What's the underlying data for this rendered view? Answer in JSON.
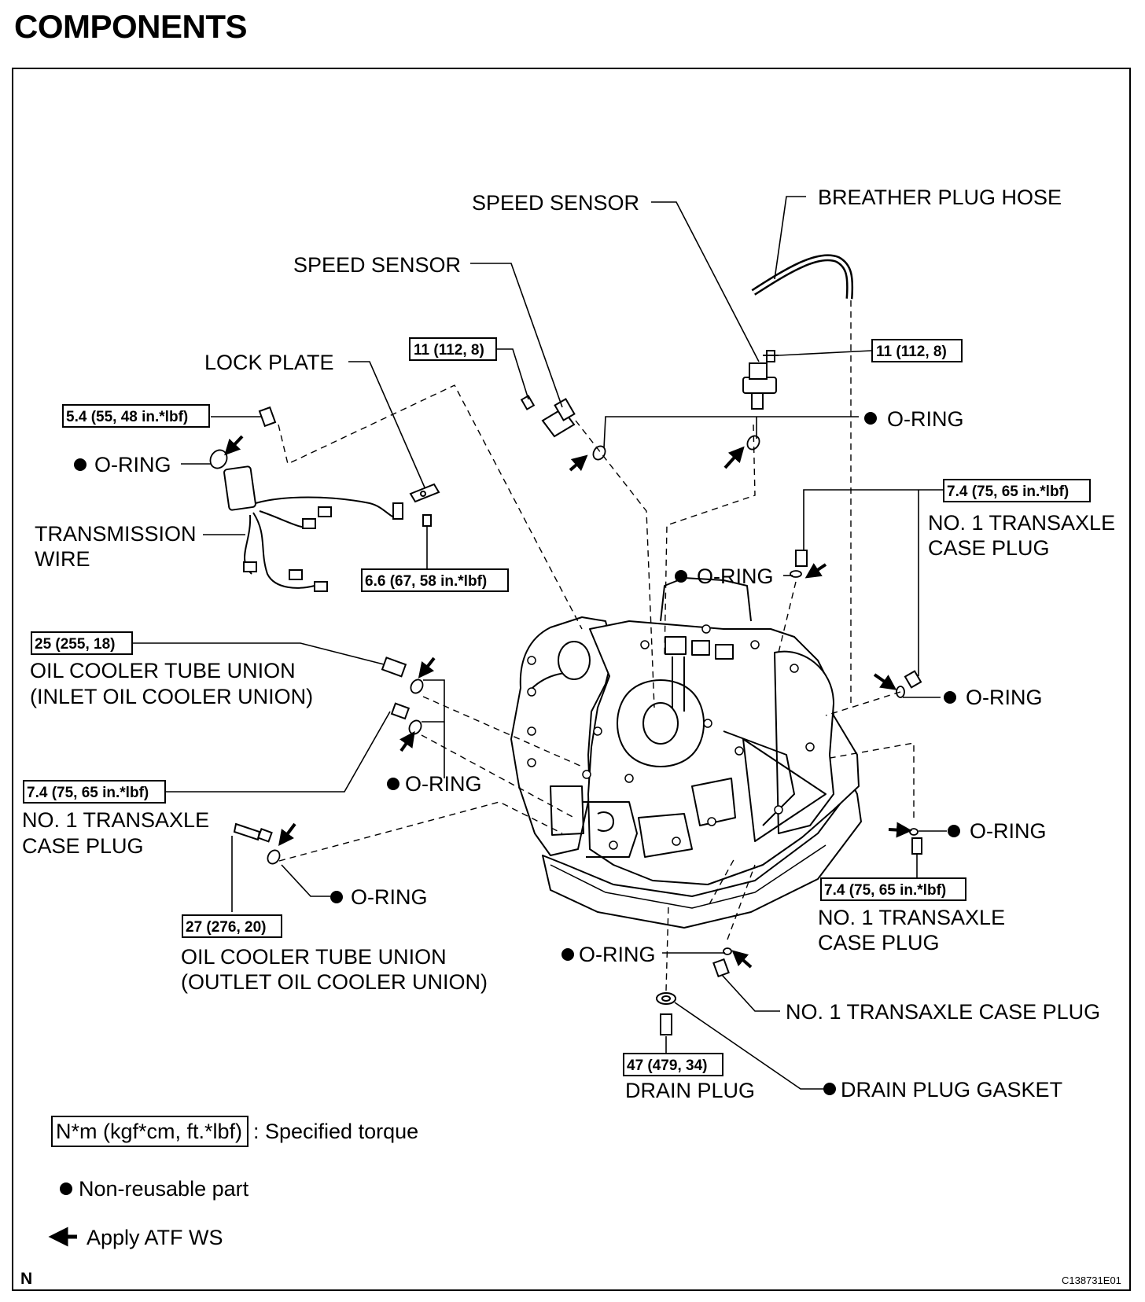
{
  "page": {
    "title": "COMPONENTS",
    "figure_id": "C138731E01",
    "corner_mark": "N"
  },
  "labels": {
    "speed_sensor_upper": "SPEED SENSOR",
    "speed_sensor_lower": "SPEED SENSOR",
    "breather_plug_hose": "BREATHER PLUG HOSE",
    "lock_plate": "LOCK PLATE",
    "o_ring": "O-RING",
    "transmission_wire": [
      "TRANSMISSION",
      "WIRE"
    ],
    "no1_transaxle_case_plug": [
      "NO. 1 TRANSAXLE",
      "CASE PLUG"
    ],
    "no1_transaxle_case_plug_single": "NO. 1 TRANSAXLE CASE PLUG",
    "oil_cooler_inlet": [
      "OIL COOLER TUBE UNION",
      "(INLET OIL COOLER UNION)"
    ],
    "oil_cooler_outlet": [
      "OIL COOLER TUBE UNION",
      "(OUTLET OIL COOLER UNION)"
    ],
    "drain_plug": "DRAIN PLUG",
    "drain_plug_gasket": "DRAIN PLUG GASKET"
  },
  "torques": {
    "speed_sensor_bolt": "11 (112, 8)",
    "wire_bolt": "5.4 (55, 48 in.*lbf)",
    "lock_plate_bolt": "6.6 (67, 58 in.*lbf)",
    "case_plug": "7.4 (75, 65 in.*lbf)",
    "inlet_union": "25 (255, 18)",
    "outlet_union": "27 (276, 20)",
    "drain_plug": "47 (479, 34)"
  },
  "legend": {
    "torque_box": "N*m (kgf*cm, ft.*lbf)",
    "torque_text": ": Specified torque",
    "nonreusable_text": "Non-reusable part",
    "atf_text": "Apply ATF WS"
  }
}
